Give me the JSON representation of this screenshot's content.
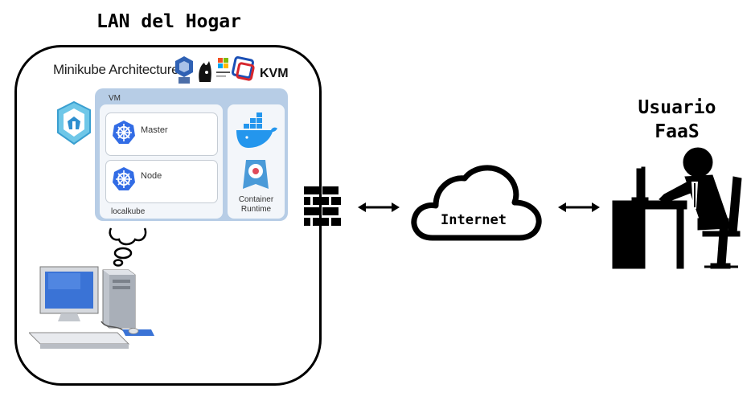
{
  "lan": {
    "title": "LAN del Hogar"
  },
  "minikube": {
    "title": "Minikube Architecture",
    "hypervisors": [
      "virtualbox-icon",
      "vmware-fusion-icon",
      "hyperv-icon",
      "xhyve-icon",
      "kvm-icon"
    ],
    "kvm_label": "KVM",
    "vm_label": "VM",
    "master_label": "Master",
    "node_label": "Node",
    "localkube_label": "localkube",
    "runtime_label_1": "Container",
    "runtime_label_2": "Runtime"
  },
  "network": {
    "firewall_icon": "firewall-icon",
    "internet_label": "Internet"
  },
  "user": {
    "line1": "Usuario",
    "line2": "FaaS"
  },
  "colors": {
    "vm_panel": "#b7cde6",
    "kube_blue": "#326ce5",
    "monitor_blue": "#3a73d6",
    "docker_blue": "#2496ed"
  }
}
